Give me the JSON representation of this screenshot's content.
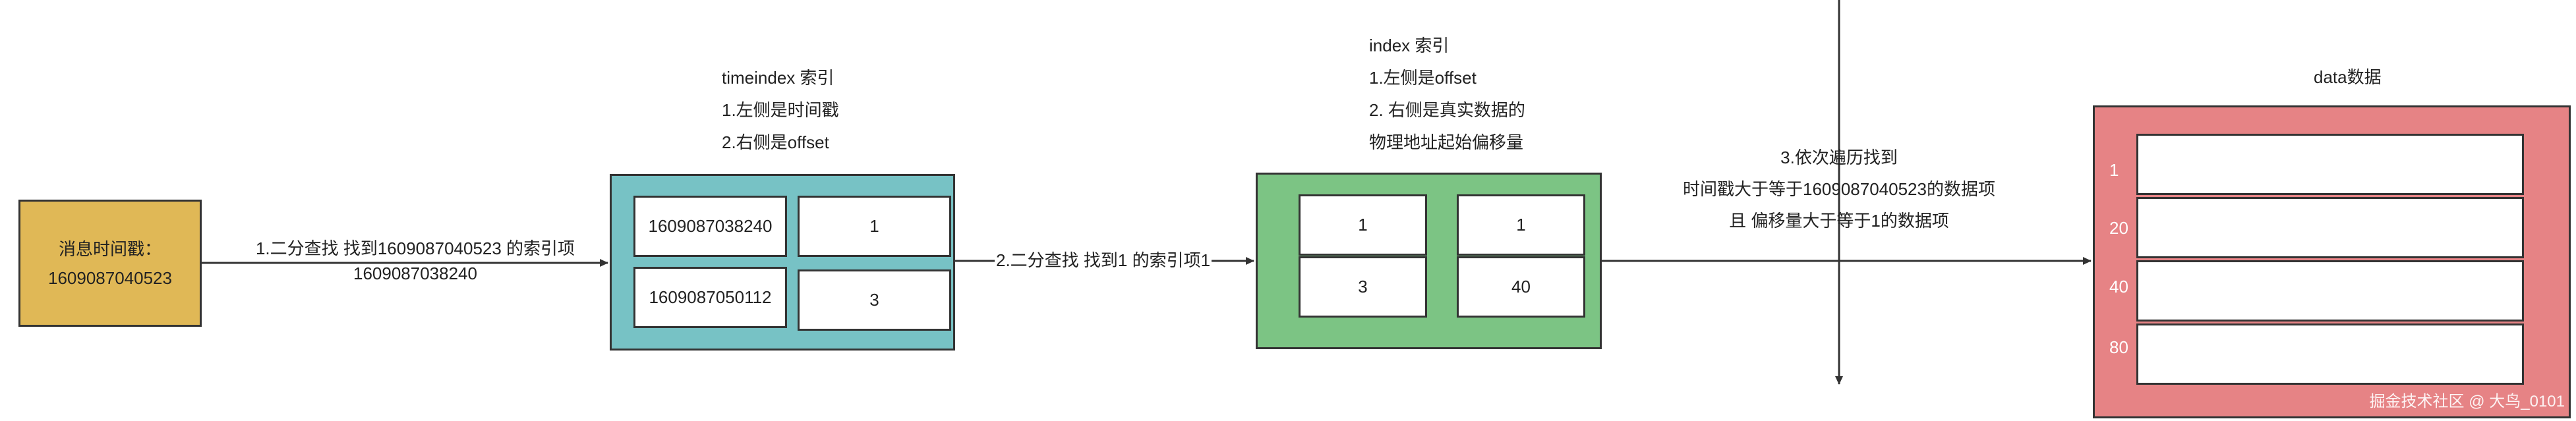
{
  "message": {
    "title": "消息时间戳：",
    "value": "1609087040523"
  },
  "timeindex": {
    "title": "timeindex 索引",
    "line1": "1.左侧是时间戳",
    "line2": "2.右侧是offset",
    "rows": [
      {
        "timestamp": "1609087038240",
        "offset": "1"
      },
      {
        "timestamp": "1609087050112",
        "offset": "3"
      }
    ]
  },
  "index": {
    "title": "index 索引",
    "line1": "1.左侧是offset",
    "line2": "2. 右侧是真实数据的",
    "line3": "物理地址起始偏移量",
    "rows": [
      {
        "offset": "1",
        "position": "1"
      },
      {
        "offset": "3",
        "position": "40"
      }
    ]
  },
  "data": {
    "title": "data数据",
    "offsets": [
      "1",
      "20",
      "40",
      "80"
    ]
  },
  "edges": {
    "step1_line1": "1.二分查找 找到1609087040523 的索引项",
    "step1_line2": "1609087038240",
    "step2": "2.二分查找 找到1 的索引项1",
    "step3_line1": "3.依次遍历找到",
    "step3_line2": "时间戳大于等于1609087040523的数据项",
    "step3_line3": "且 偏移量大于等于1的数据项"
  },
  "watermark": "掘金技术社区 @ 大鸟_0101",
  "colors": {
    "message_fill": "#e0b856",
    "timeindex_fill": "#77c2c5",
    "index_fill": "#7cc484",
    "data_fill": "#e68385",
    "stroke": "#333333"
  }
}
